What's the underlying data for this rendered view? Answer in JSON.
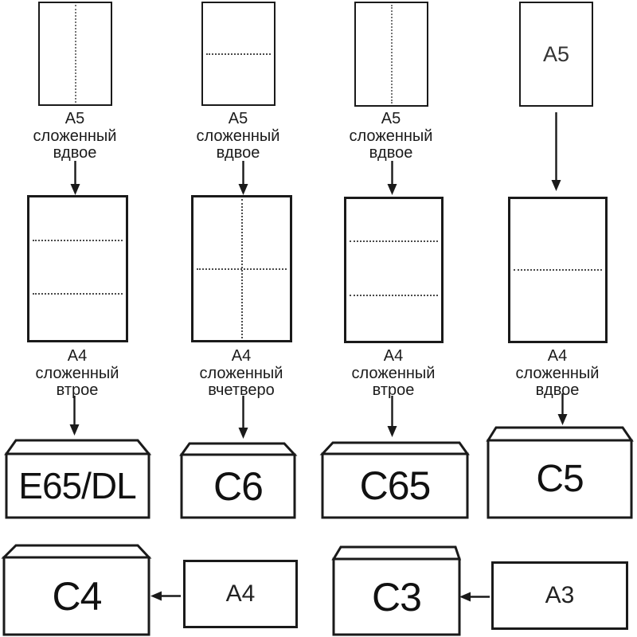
{
  "palette": {
    "stroke": "#1a1a1a",
    "paper_fill": "#ffffff",
    "c4_body_fill": "#f8a3a3",
    "c4_flap_fill": "#fbb5ae",
    "text_color": "#1b1b1b"
  },
  "top_row": {
    "sheets": [
      {
        "fold": "vertical-half",
        "caption": [
          "A5",
          "сложенный",
          "вдвое"
        ]
      },
      {
        "fold": "horizontal-half",
        "caption": [
          "A5",
          "сложенный",
          "вдвое"
        ]
      },
      {
        "fold": "vertical-half",
        "caption": [
          "A5",
          "сложенный",
          "вдвое"
        ]
      },
      {
        "fold": "none",
        "label": "A5"
      }
    ]
  },
  "middle_row": {
    "sheets": [
      {
        "fold": "thirds-horizontal",
        "caption": [
          "A4",
          "сложенный",
          "втрое"
        ]
      },
      {
        "fold": "quarters-cross",
        "caption": [
          "A4",
          "сложенный",
          "вчетверо"
        ]
      },
      {
        "fold": "thirds-horizontal",
        "caption": [
          "A4",
          "сложенный",
          "втрое"
        ]
      },
      {
        "fold": "horizontal-half",
        "caption": [
          "A4",
          "сложенный",
          "вдвое"
        ]
      }
    ]
  },
  "envelope_row": [
    {
      "label": "E65/DL"
    },
    {
      "label": "C6"
    },
    {
      "label": "C65"
    },
    {
      "label": "C5"
    }
  ],
  "bottom_row": {
    "c4_envelope": {
      "label": "C4",
      "highlighted": true
    },
    "a4_sheet": {
      "label": "A4"
    },
    "c3_envelope": {
      "label": "C3"
    },
    "a3_sheet": {
      "label": "A3"
    }
  }
}
